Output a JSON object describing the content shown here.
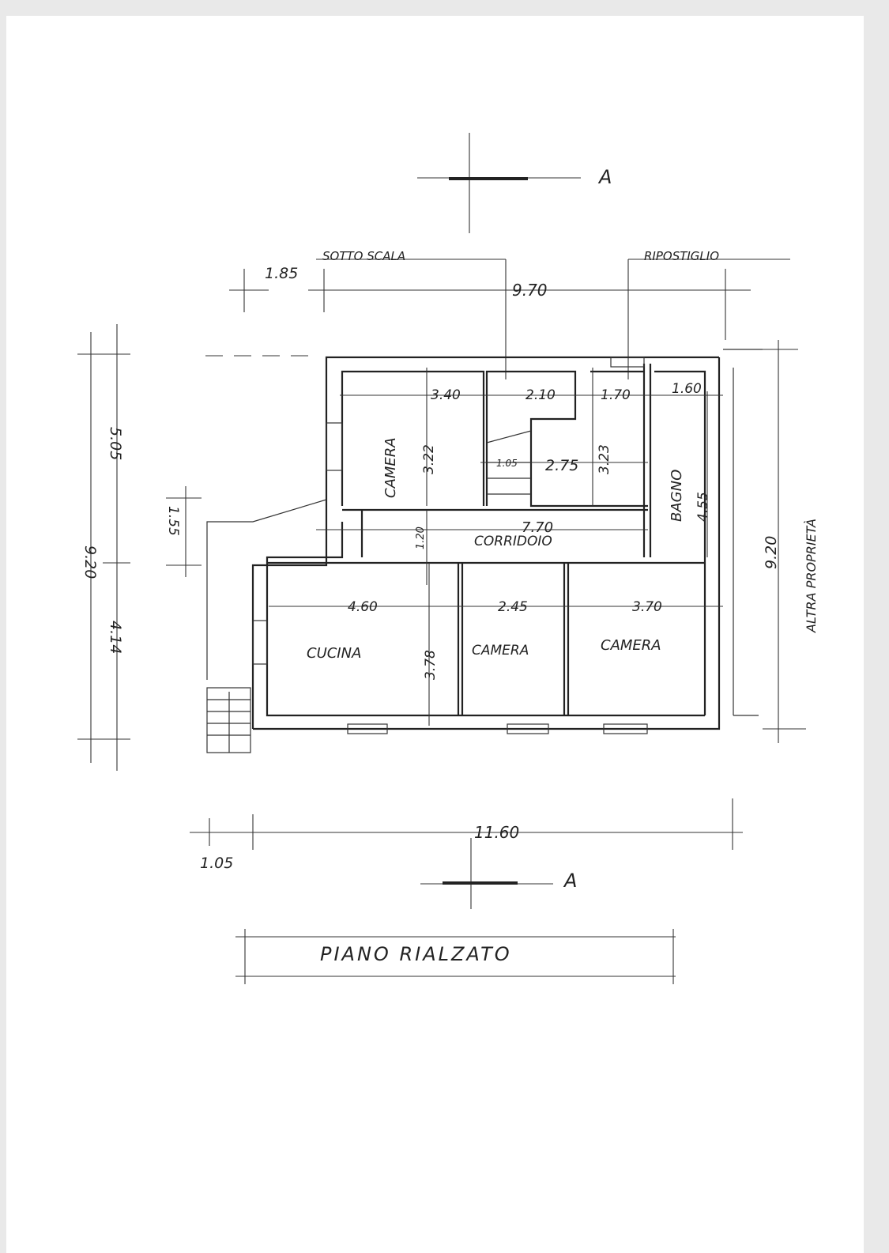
{
  "title": "PIANO RIALZATO",
  "section_marker": "A",
  "labels": {
    "sotto_scala": "SOTTO SCALA",
    "ripostiglio": "RIPOSTIGLIO",
    "camera_top": "CAMERA",
    "corridoio": "CORRIDOIO",
    "bagno": "BAGNO",
    "cucina": "CUCINA",
    "camera_mid": "CAMERA",
    "camera_right": "CAMERA",
    "altra_proprieta": "ALTRA PROPRIETÀ"
  },
  "dimensions": {
    "d185": "1.85",
    "d970": "9.70",
    "d340": "3.40",
    "d210": "2.10",
    "d170": "1.70",
    "d160": "1.60",
    "d322": "3.22",
    "d105a": "1.05",
    "d275": "2.75",
    "d323": "3.23",
    "d455": "4.55",
    "d770": "7.70",
    "d120": "1.20",
    "d460": "4.60",
    "d245": "2.45",
    "d370": "3.70",
    "d378": "3.78",
    "d920r": "9.20",
    "d920l": "9.20",
    "d505": "5.05",
    "d414": "4.14",
    "d155": "1.55",
    "d1160": "11.60",
    "d105b": "1.05"
  }
}
